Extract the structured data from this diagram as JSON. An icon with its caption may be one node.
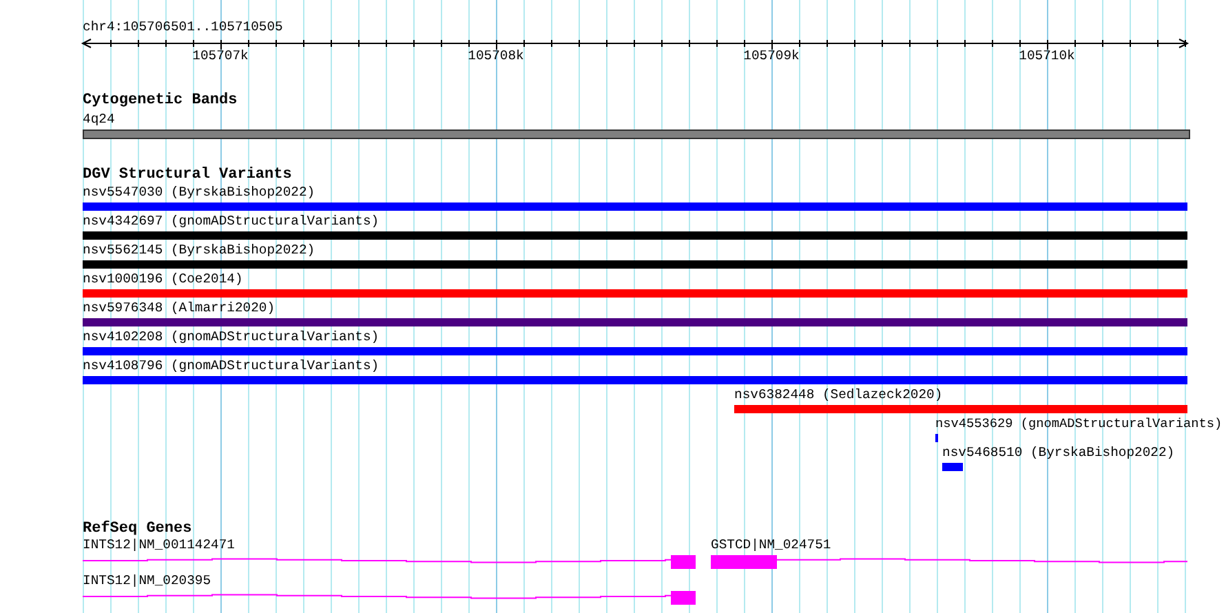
{
  "diagram": {
    "nodes": [
      {
        "text": [
          "Cytogenetic Bands"
        ]
      },
      {
        "text": [
          "4q24"
        ],
        "in": 0
      },
      {
        "text": [
          "DGV Structural Variants"
        ]
      },
      {
        "text": [
          "nsv5547030 (ByrskaBishop2022)"
        ],
        "in": 2
      },
      {
        "text": [
          "nsv4342697 (gnomADStructuralVariants)"
        ],
        "in": 2
      },
      {
        "text": [
          "nsv5562145 (ByrskaBishop2022)"
        ],
        "in": 2
      },
      {
        "text": [
          "nsv1000196 (Coe2014)"
        ],
        "in": 2
      },
      {
        "text": [
          "nsv5976348 (Almarri2020)"
        ],
        "in": 2
      },
      {
        "text": [
          "nsv4102208 (gnomADStructuralVariants)"
        ],
        "in": 2
      },
      {
        "text": [
          "nsv4108796 (gnomADStructuralVariants)"
        ],
        "in": 2
      },
      {
        "text": [
          "nsv6382448 (Sedlazeck2020)"
        ],
        "in": 2
      },
      {
        "text": [
          "nsv4553629 (gnomADStructuralVariants)"
        ],
        "in": 2
      },
      {
        "text": [
          "nsv5468510 (ByrskaBishop2022)"
        ],
        "in": 2
      },
      {
        "text": [
          "RefSeq Genes"
        ]
      },
      {
        "text": [
          "INTS12|NM_001142471"
        ],
        "in": 13
      },
      {
        "text": [
          "GSTCD|NM_024751"
        ],
        "in": 13
      },
      {
        "text": [
          "INTS12|NM_020395"
        ],
        "in": 13
      }
    ],
    "labels": [
      "chr4:105706501..105710505",
      "105707k",
      "105708k",
      "105709k",
      "105710k"
    ]
  }
}
